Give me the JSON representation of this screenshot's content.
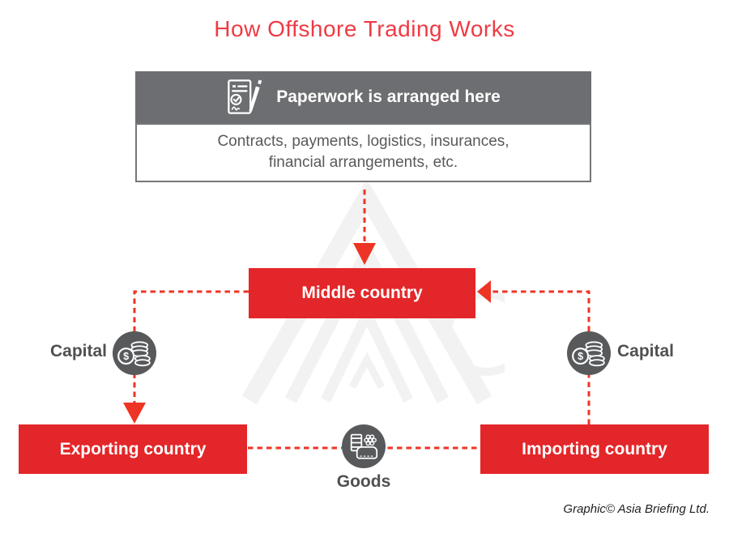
{
  "title": "How Offshore Trading Works",
  "paperwork_box": {
    "header_label": "Paperwork is arranged here",
    "header_icon": "document-signing-icon",
    "body_line1": "Contracts, payments, logistics, insurances,",
    "body_line2": "financial arrangements, etc."
  },
  "nodes": {
    "middle_country": {
      "label": "Middle country"
    },
    "exporting_country": {
      "label": "Exporting country"
    },
    "importing_country": {
      "label": "Importing country"
    }
  },
  "flow_labels": {
    "capital_left": {
      "label": "Capital",
      "icon": "coins-icon"
    },
    "capital_right": {
      "label": "Capital",
      "icon": "coins-icon"
    },
    "goods": {
      "label": "Goods",
      "icon": "cargo-goods-icon"
    }
  },
  "flows": [
    {
      "from": "paperwork",
      "to": "middle_country",
      "style": "dashed-red-arrow"
    },
    {
      "from": "middle_country",
      "to": "exporting_country",
      "via": "capital_left",
      "style": "dashed-red-arrow"
    },
    {
      "from": "importing_country",
      "to": "middle_country",
      "via": "capital_right",
      "style": "dashed-red-arrow"
    },
    {
      "from": "exporting_country",
      "to": "importing_country",
      "via": "goods",
      "style": "dashed-red-line"
    }
  ],
  "credit": "Graphic© Asia Briefing Ltd.",
  "colors": {
    "title_red": "#ee3b44",
    "node_red": "#e32629",
    "arrow_red": "#ee3424",
    "header_gray": "#6d6e71",
    "icon_gray": "#58595b",
    "text_gray": "#58595b",
    "watermark_gray": "#f2f2f2"
  }
}
